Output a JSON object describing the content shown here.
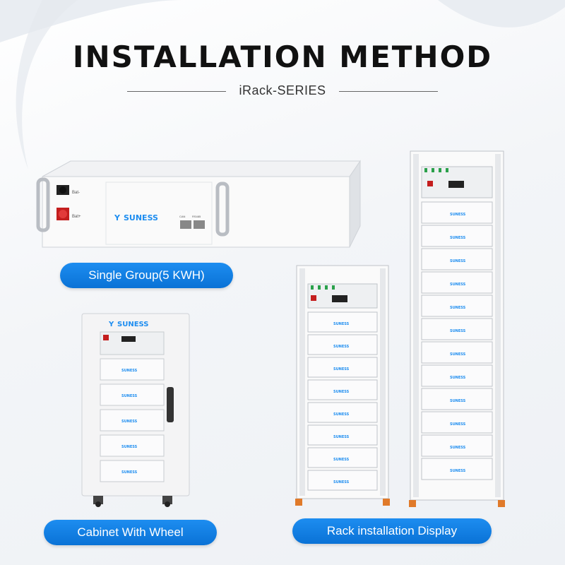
{
  "header": {
    "title": "INSTALLATION METHOD",
    "subtitle": "iRack-SERIES"
  },
  "labels": {
    "single_group": "Single Group(5 KWH)",
    "cabinet": "Cabinet With Wheel",
    "rack": "Rack installation Display"
  },
  "brand": {
    "logo_text": "SUNESS",
    "accent": "#1d8df0"
  },
  "battery_module": {
    "pos_label": "Bat+",
    "neg_label": "Bat-",
    "port_labels": [
      "CAN",
      "RS485"
    ]
  },
  "products": {
    "cabinet_modules": 5,
    "small_rack_modules": 8,
    "tall_rack_modules": 12
  }
}
